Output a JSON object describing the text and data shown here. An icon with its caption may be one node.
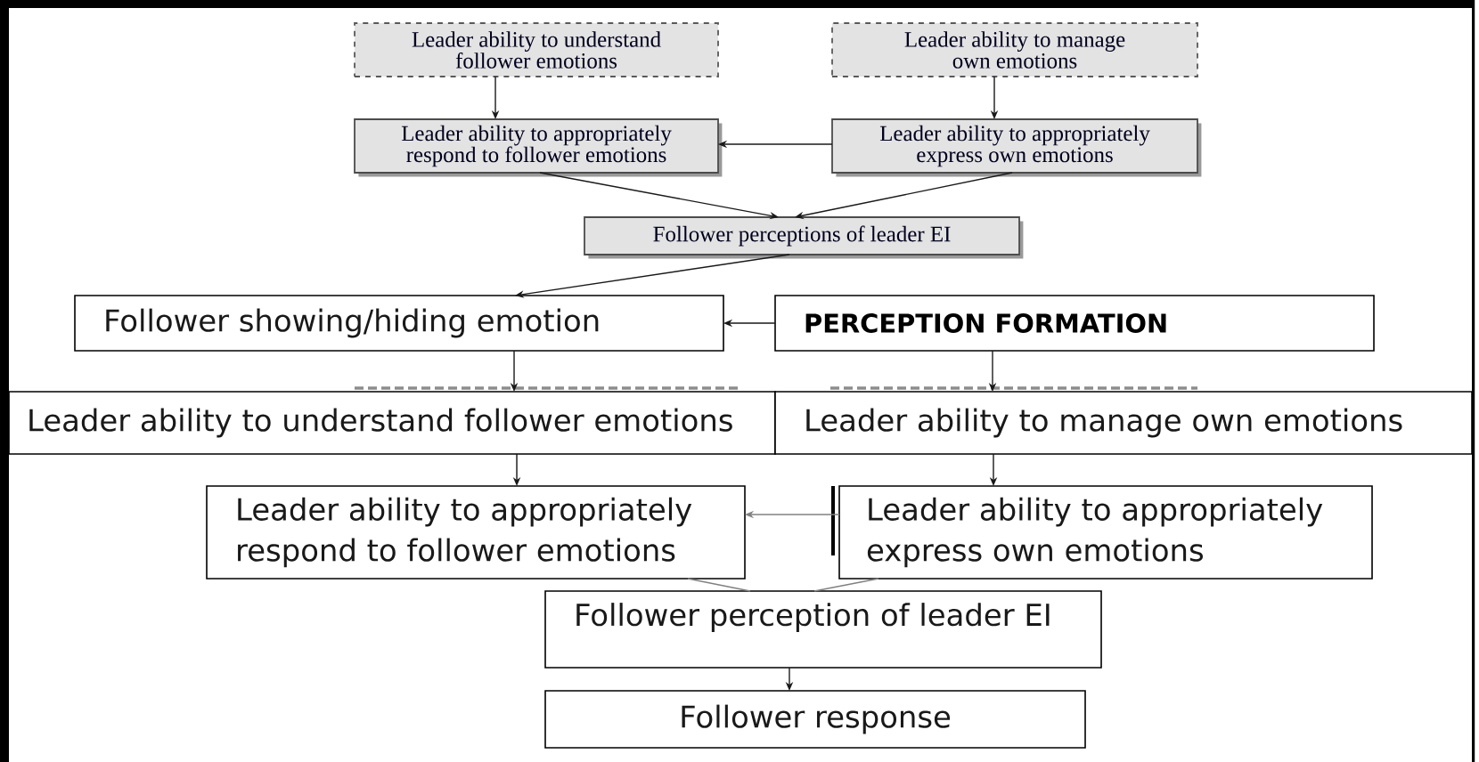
{
  "diagram": {
    "nodes": [
      {
        "text": [
          "Leader ability to understand follower emotions"
        ]
      },
      {
        "text": [
          "Leader ability to manage own emotions"
        ]
      },
      {
        "text": [
          "Leader ability to appropriately respond to follower emotions"
        ]
      },
      {
        "text": [
          "Leader ability to appropriately express own emotions"
        ]
      },
      {
        "text": [
          "Follower perceptions of leader EI"
        ]
      },
      {
        "text": [
          "Follower showing/hiding emotion"
        ]
      },
      {
        "text": [
          "PERCEPTION FORMATION"
        ]
      },
      {
        "text": [
          "Leader ability to understand follower emotions"
        ]
      },
      {
        "text": [
          "Leader ability to manage own emotions"
        ]
      },
      {
        "text": [
          "Leader ability to appropriately respond to follower emotions"
        ]
      },
      {
        "text": [
          "Leader ability to appropriately express own emotions"
        ]
      },
      {
        "text": [
          "Follower perception of leader EI"
        ]
      },
      {
        "text": [
          "Follower response"
        ]
      }
    ],
    "edges": [
      {
        "from": 0,
        "to": 2,
        "arrow": "to"
      },
      {
        "from": 1,
        "to": 3,
        "arrow": "to"
      },
      {
        "from": 3,
        "to": 2,
        "arrow": "to"
      },
      {
        "from": 2,
        "to": 4,
        "arrow": "to"
      },
      {
        "from": 3,
        "to": 4,
        "arrow": "to"
      },
      {
        "from": 4,
        "to": 5,
        "arrow": "to"
      },
      {
        "from": 6,
        "to": 5,
        "arrow": "to"
      },
      {
        "from": 5,
        "to": 7,
        "arrow": "to"
      },
      {
        "from": 6,
        "to": 8,
        "arrow": "to"
      },
      {
        "from": 7,
        "to": 9,
        "arrow": "to"
      },
      {
        "from": 8,
        "to": 10,
        "arrow": "to"
      },
      {
        "from": 10,
        "to": 9,
        "arrow": "to",
        "color": "#808080"
      },
      {
        "from": 9,
        "to": 11,
        "arrow": "none",
        "color": "#808080"
      },
      {
        "from": 10,
        "to": 11,
        "arrow": "none",
        "color": "#808080"
      },
      {
        "from": 11,
        "to": 12,
        "arrow": "to"
      }
    ]
  }
}
